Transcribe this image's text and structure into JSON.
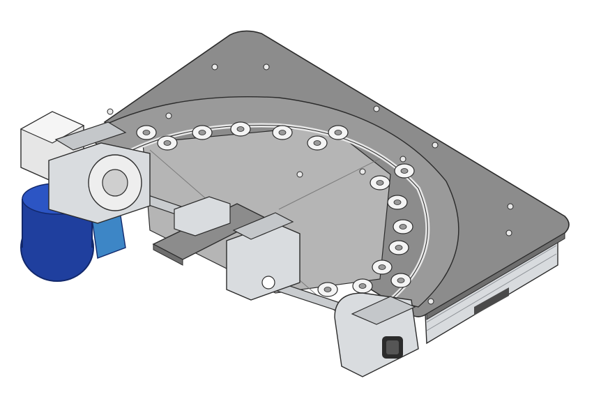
{
  "scene": {
    "subject": "curved-belt-conveyor-module",
    "colors": {
      "background": "#ffffff",
      "plate": "#8c8c8c",
      "plate_dark": "#6e6e6e",
      "plate_light": "#b5b5b5",
      "metal": "#d9dcdf",
      "metal_shadow": "#a9adb2",
      "outline": "#2b2b2b",
      "motor_blue": "#1f3f9e",
      "motor_blue_dark": "#12286b",
      "bracket_blue": "#3d86c6",
      "roller_white": "#f4f4f4"
    },
    "components": {
      "motor_count": 1,
      "drive_shafts": 2,
      "roller_count": 16,
      "side_guides": 3
    }
  }
}
